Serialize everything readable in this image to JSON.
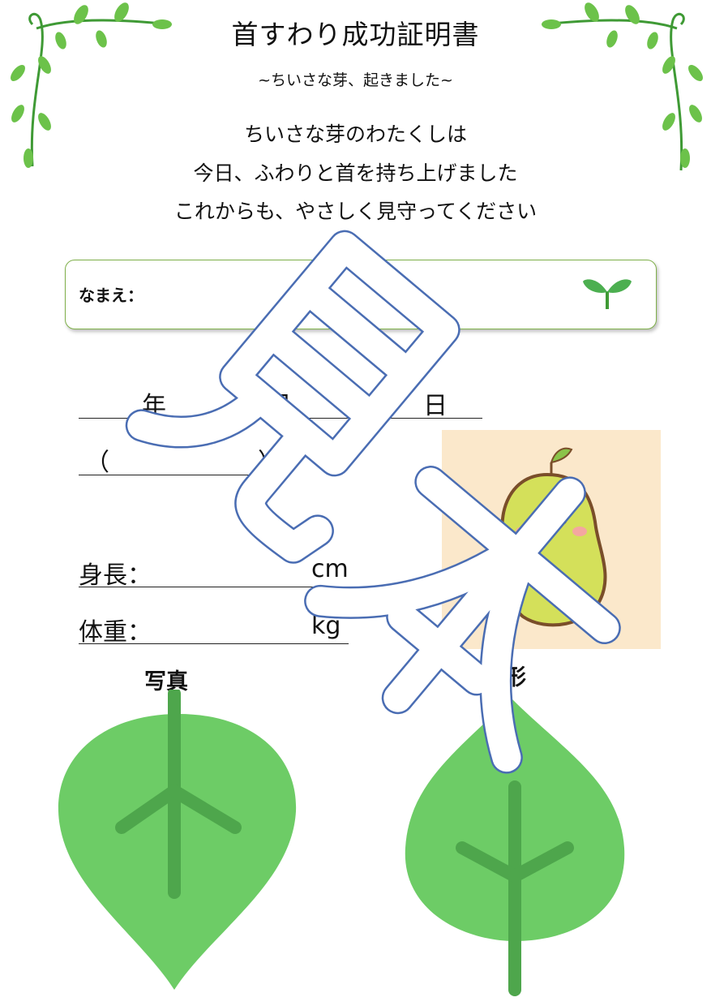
{
  "certificate": {
    "title": "首すわり成功証明書",
    "subtitle": "~ちいさな芽、起きました~",
    "message": [
      "ちいさな芽のわたくしは",
      "今日、ふわりと首を持ち上げました",
      "これからも、やさしく見守ってください"
    ],
    "name_label": "なまえ：",
    "date": {
      "year": "年",
      "month": "月",
      "day": "日"
    },
    "paren_open": "（",
    "paren_close": "）",
    "height_label": "身長：",
    "height_unit": "cm",
    "weight_label": "体重：",
    "weight_unit": "kg",
    "photo_label": "写真",
    "handprint_label": "手形",
    "watermark": "見本"
  },
  "colors": {
    "leaf": "#6dcc66",
    "leaf_vein": "#4ea64c",
    "vine": "#3f9a35",
    "border": "#7fb04a",
    "watermark_stroke": "#4a6db3",
    "photo_bg": "#fbe8cb"
  }
}
